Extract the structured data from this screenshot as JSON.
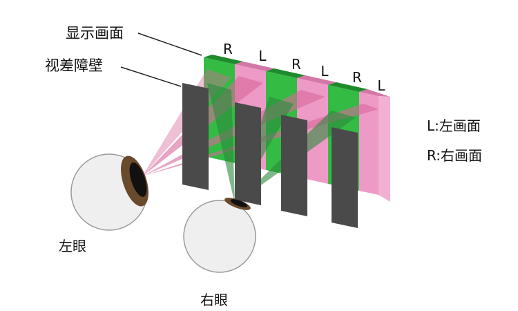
{
  "labels": {
    "display_screen": "显示画面",
    "parallax_barrier": "视差障壁",
    "left_eye": "左眼",
    "right_eye": "右眼"
  },
  "legend": {
    "left": "L:左画面",
    "right": "R:右画面"
  },
  "strip_letters": [
    "R",
    "L",
    "R",
    "L",
    "R",
    "L"
  ],
  "colors": {
    "left_image": "#ee9ac6",
    "right_image": "#33bb44",
    "barrier": "#4a4a4a",
    "pink_ray": "#d8689c",
    "green_ray": "#2c8a3c"
  }
}
